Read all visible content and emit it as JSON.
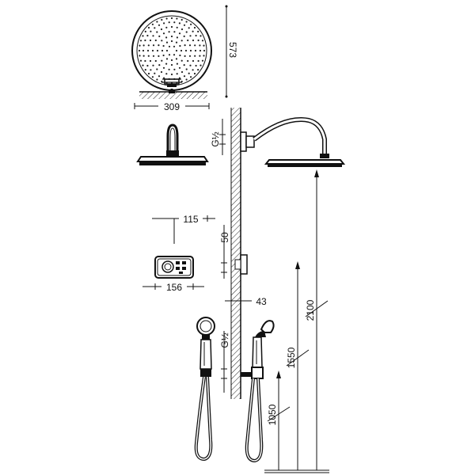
{
  "drawing": {
    "top_view": {
      "height_label": "573",
      "width_label": "309"
    },
    "wall_arm": {
      "thread_label": "G½"
    },
    "control_panel": {
      "offset_label": "115",
      "width_label": "156",
      "height_label": "50",
      "depth_label": "43"
    },
    "hand_shower": {
      "thread_label": "G½"
    },
    "heights": {
      "h1": "2100",
      "h2": "1550",
      "h3": "1050"
    }
  }
}
